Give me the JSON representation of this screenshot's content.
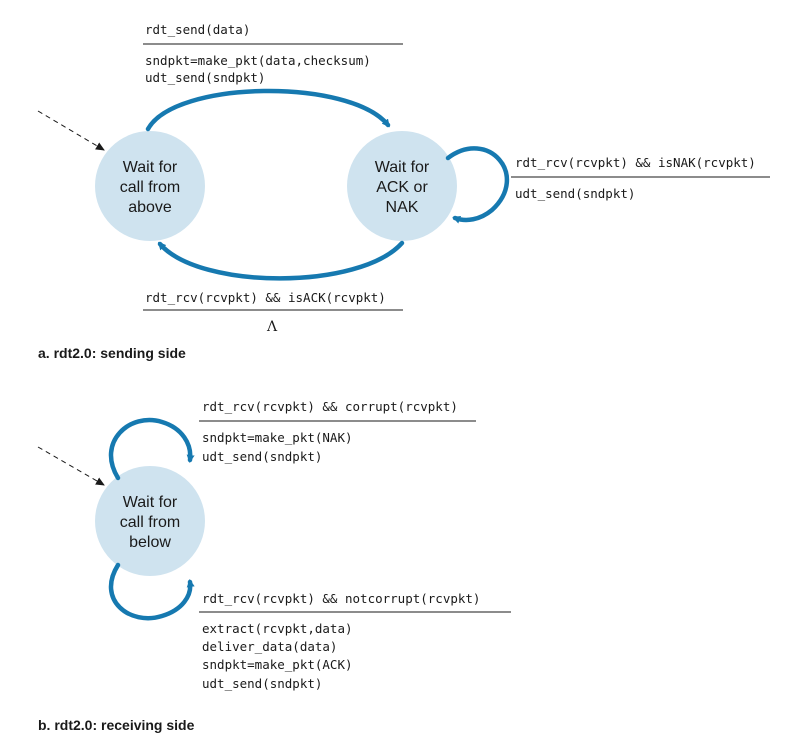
{
  "colors": {
    "arc": "#1679b0",
    "state_fill": "#cfe3ef",
    "text": "#1a1a1a"
  },
  "sender": {
    "state_wait_above": [
      "Wait for",
      "call from",
      "above"
    ],
    "state_wait_ack": [
      "Wait for",
      "ACK or",
      "NAK"
    ],
    "t_send": {
      "event": "rdt_send(data)",
      "actions": [
        "sndpkt=make_pkt(data,checksum)",
        "udt_send(sndpkt)"
      ]
    },
    "t_nak": {
      "event": "rdt_rcv(rcvpkt) && isNAK(rcvpkt)",
      "actions": [
        "udt_send(sndpkt)"
      ]
    },
    "t_ack": {
      "event": "rdt_rcv(rcvpkt) && isACK(rcvpkt)",
      "actions": [
        "Λ"
      ]
    },
    "caption": "a. rdt2.0: sending side"
  },
  "receiver": {
    "state_wait_below": [
      "Wait for",
      "call from",
      "below"
    ],
    "t_corrupt": {
      "event": "rdt_rcv(rcvpkt) && corrupt(rcvpkt)",
      "actions": [
        "sndpkt=make_pkt(NAK)",
        "udt_send(sndpkt)"
      ]
    },
    "t_ok": {
      "event": "rdt_rcv(rcvpkt) && notcorrupt(rcvpkt)",
      "actions": [
        "extract(rcvpkt,data)",
        "deliver_data(data)",
        "sndpkt=make_pkt(ACK)",
        "udt_send(sndpkt)"
      ]
    },
    "caption": "b. rdt2.0: receiving side"
  }
}
